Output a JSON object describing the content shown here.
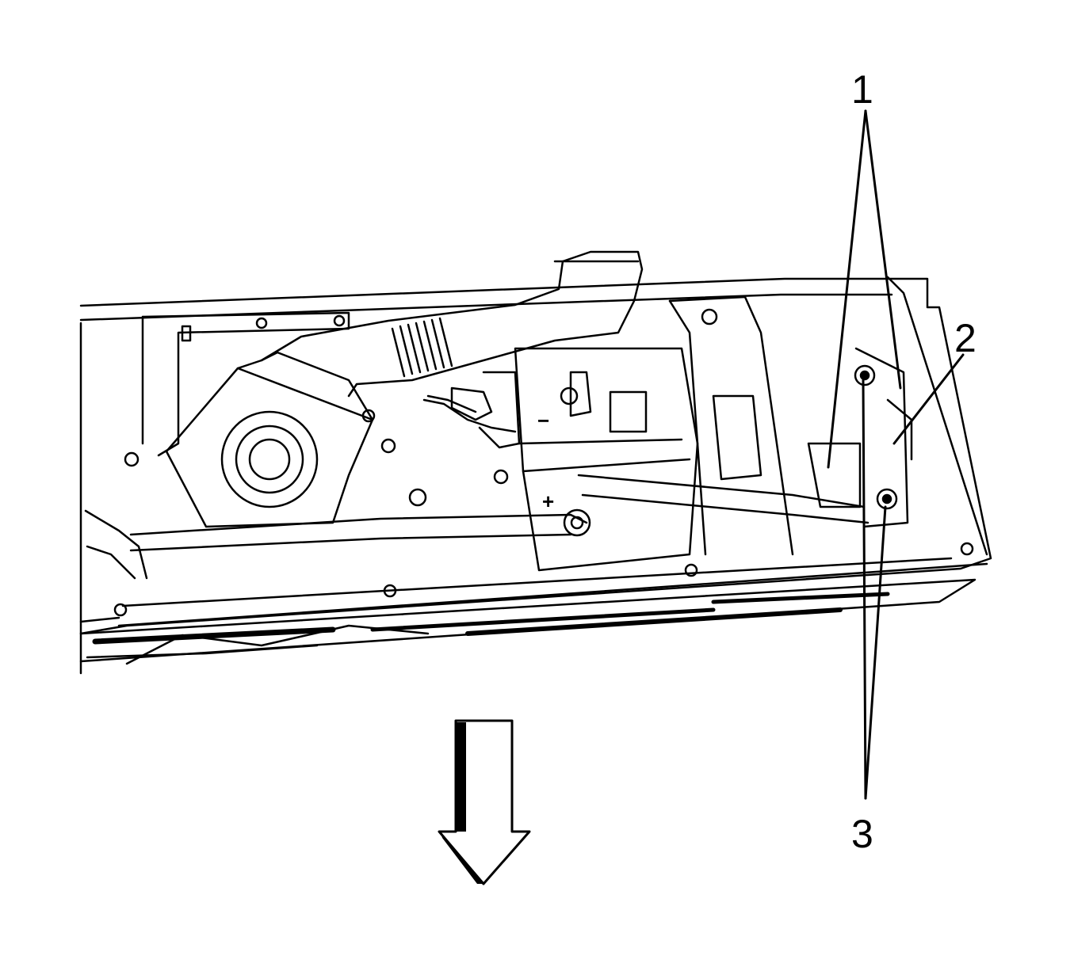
{
  "callouts": {
    "c1": "1",
    "c2": "2",
    "c3": "3"
  },
  "symbols": {
    "positive": "+",
    "negative": "−"
  },
  "direction_arrow": "arrow-down-icon",
  "colors": {
    "line": "#000000",
    "fill": "#ffffff"
  }
}
